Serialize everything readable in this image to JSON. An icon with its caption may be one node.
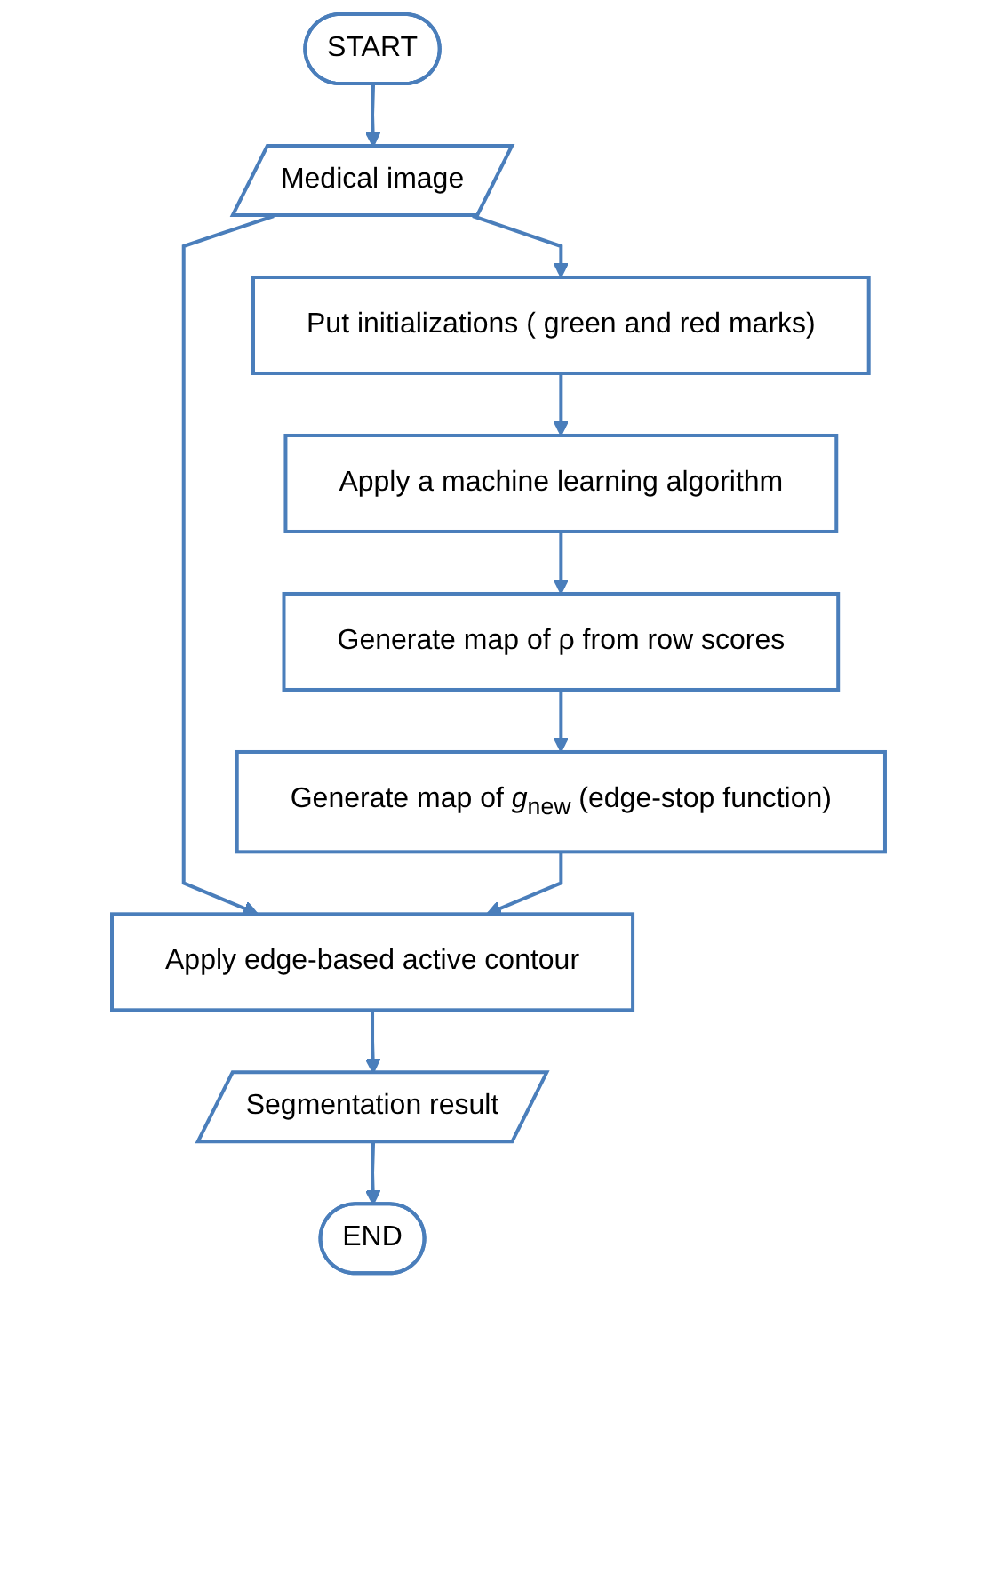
{
  "diagram": {
    "nodes": [
      {
        "text": [
          "START"
        ]
      },
      {
        "text": [
          "Medical image"
        ]
      },
      {
        "text": [
          "Put initializations ( green and red marks)"
        ]
      },
      {
        "text": [
          "Apply a machine learning algorithm"
        ]
      },
      {
        "text": [
          "Generate map of ρ from row scores"
        ]
      },
      {
        "text": [
          "Generate map of *g*$_{new}$ (edge-stop function)"
        ]
      },
      {
        "text": [
          "Apply edge-based active contour"
        ]
      },
      {
        "text": [
          "Segmentation result"
        ]
      },
      {
        "text": [
          "END"
        ]
      }
    ],
    "edges": [
      {
        "from": 0,
        "to": 1,
        "arrow": "to"
      },
      {
        "from": 1,
        "to": 2,
        "arrow": "to"
      },
      {
        "from": 1,
        "to": 6,
        "arrow": "to"
      },
      {
        "from": 2,
        "to": 3,
        "arrow": "to"
      },
      {
        "from": 3,
        "to": 4,
        "arrow": "to"
      },
      {
        "from": 4,
        "to": 5,
        "arrow": "to"
      },
      {
        "from": 5,
        "to": 6,
        "arrow": "to"
      },
      {
        "from": 6,
        "to": 7,
        "arrow": "to"
      },
      {
        "from": 7,
        "to": 8,
        "arrow": "to"
      }
    ]
  }
}
